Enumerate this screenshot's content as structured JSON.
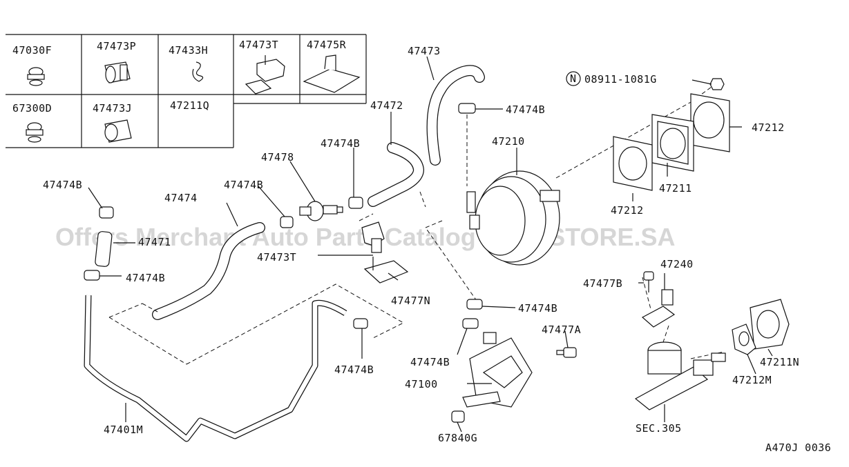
{
  "watermark": "Offers Merchant Auto Parts Catalog PARTSTORE.SA",
  "footer_code": "A470J 0036",
  "inset": {
    "cells": [
      {
        "part": "47030F"
      },
      {
        "part": "47473P"
      },
      {
        "part": "47433H"
      },
      {
        "part": "47473T"
      },
      {
        "part": "47475R"
      },
      {
        "part": "67300D"
      },
      {
        "part": "47473J"
      },
      {
        "part": "47211Q"
      }
    ]
  },
  "callouts": {
    "c47473": "47473",
    "c47472": "47472",
    "c47474B_top": "47474B",
    "c47210": "47210",
    "c08911": "08911-1081G",
    "n_mark": "N",
    "c47212_r": "47212",
    "c47211": "47211",
    "c47212_b": "47212",
    "c47474B_mid": "47474B",
    "c47478": "47478",
    "c47474B_l": "47474B",
    "c47474": "47474",
    "c47474B_c": "47474B",
    "c47471": "47471",
    "c47473T": "47473T",
    "c47474B_ll": "47474B",
    "c47477N": "47477N",
    "c47240": "47240",
    "c47477B": "47477B",
    "c47474B_r": "47474B",
    "c47477A": "47477A",
    "c47474B_b": "47474B",
    "c47100": "47100",
    "c47474B_lo": "47474B",
    "c47401M": "47401M",
    "c67840G": "67840G",
    "c47211N": "47211N",
    "c47212M": "47212M",
    "sec305": "SEC.305"
  }
}
